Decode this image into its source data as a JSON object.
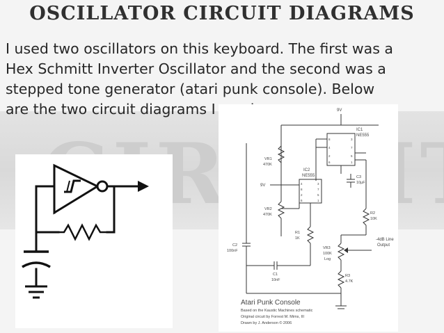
{
  "slide": {
    "title": "OSCILLATOR CIRCUIT DIAGRAMS",
    "watermark": "CIRCUITS",
    "paragraph_lines": [
      "I used two oscillators on this keyboard. The first was a",
      "Hex Schmitt Inverter Oscillator and the second was a",
      "stepped tone generator (atari punk console). Below",
      "are the two circuit diagrams I used."
    ]
  },
  "schematic_left": {
    "icons": [
      "schmitt-inverter-icon",
      "resistor-icon",
      "capacitor-icon",
      "ground-icon",
      "output-arrow-icon"
    ]
  },
  "schematic_right": {
    "supply": "9V",
    "ic1_name": "IC1",
    "ic1_part": "NE555",
    "ic2_name": "IC2",
    "ic2_part": "NE555",
    "vr1_name": "VR1",
    "vr1_value": "470K",
    "vr2_name": "VR2",
    "vr2_value": "470K",
    "r1_name": "R1",
    "r1_value": "1K",
    "r2_name": "R2",
    "r2_value": "10K",
    "r3_name": "R3",
    "r3_value": "4.7K",
    "vr3_name": "VR3",
    "vr3_value": "100K",
    "vr3_taper": "Log",
    "c1_name": "C1",
    "c1_value": "10nF",
    "c2_name": "C2",
    "c2_value": "100nF",
    "c3_name": "C3",
    "c3_value": "10µF",
    "vin_label": "9V",
    "output_label_1": "-4dB Line",
    "output_label_2": "Output",
    "caption_title": "Atari Punk Console",
    "caption_line1": "Based on the Kaustic Machines schematic",
    "caption_line2": "Original circuit by Forrest M. Mims, III",
    "caption_line3": "Drawn by J. Anderson © 2006",
    "ic1_pins": [
      "8",
      "4",
      "2",
      "6",
      "3",
      "7",
      "5",
      "1"
    ],
    "ic2_pins": [
      "4",
      "8",
      "2",
      "6",
      "3",
      "7",
      "5",
      "1"
    ]
  }
}
